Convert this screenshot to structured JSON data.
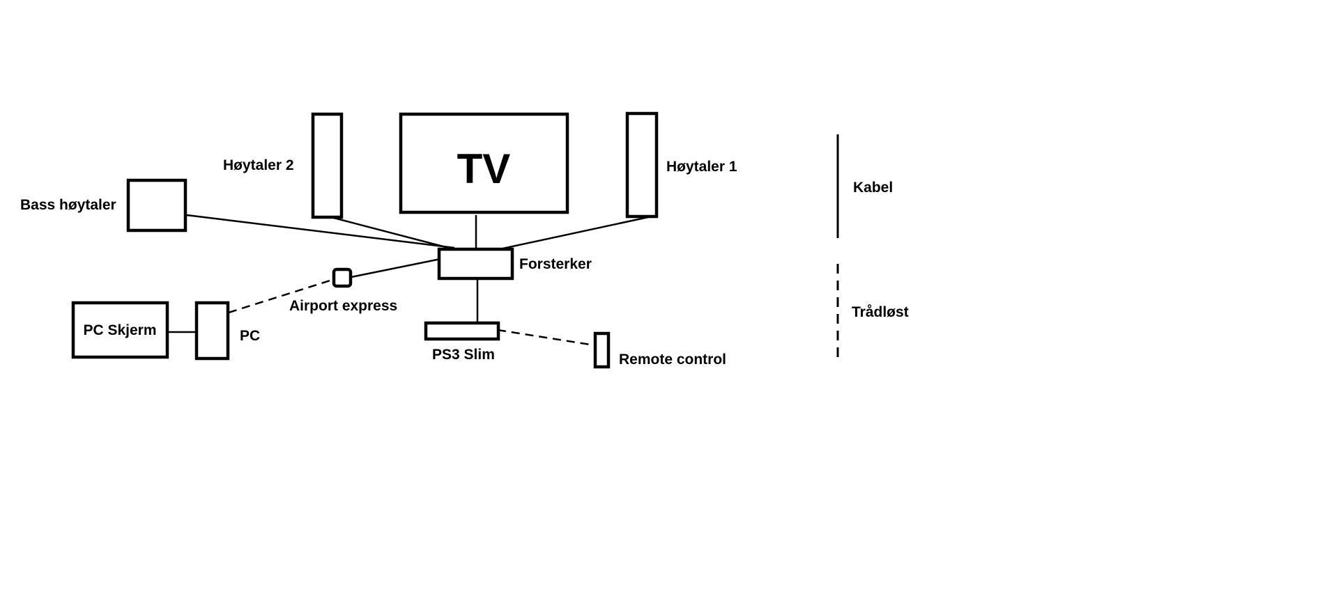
{
  "labels": {
    "tv": "TV",
    "speaker_1": "Høytaler 1",
    "speaker_2": "Høytaler 2",
    "bass_speaker": "Bass høytaler",
    "amplifier": "Forsterker",
    "airport": "Airport express",
    "pc_monitor": "PC Skjerm",
    "pc": "PC",
    "ps3": "PS3 Slim",
    "remote": "Remote control"
  },
  "legend": {
    "cable": "Kabel",
    "wireless": "Trådløst"
  }
}
